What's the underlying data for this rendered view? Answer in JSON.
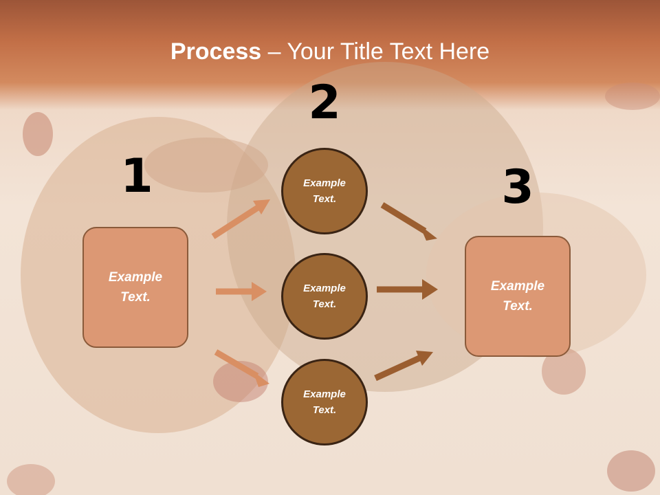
{
  "title": {
    "bold": "Process",
    "rest": " – Your Title Text Here"
  },
  "steps": [
    "1",
    "2",
    "3"
  ],
  "left_box": {
    "line1": "Example",
    "line2": "Text."
  },
  "right_box": {
    "line1": "Example",
    "line2": "Text."
  },
  "circles": [
    {
      "line1": "Example",
      "line2": "Text."
    },
    {
      "line1": "Example",
      "line2": "Text."
    },
    {
      "line1": "Example",
      "line2": "Text."
    }
  ],
  "colors": {
    "box_fill": "#dc9874",
    "circle_fill": "#9b6734",
    "arrow_light": "#d98f63",
    "arrow_dark": "#9b5e30"
  }
}
